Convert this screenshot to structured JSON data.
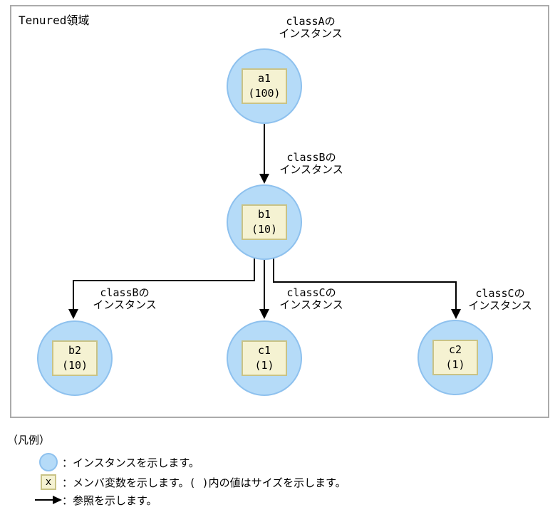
{
  "diagram": {
    "area_title": "Tenured領域",
    "nodes": [
      {
        "id": "a1",
        "name": "a1",
        "size": "(100)",
        "class_line1": "classAの",
        "class_line2": "インスタンス"
      },
      {
        "id": "b1",
        "name": "b1",
        "size": "(10)",
        "class_line1": "classBの",
        "class_line2": "インスタンス"
      },
      {
        "id": "b2",
        "name": "b2",
        "size": "(10)",
        "class_line1": "classBの",
        "class_line2": "インスタンス"
      },
      {
        "id": "c1",
        "name": "c1",
        "size": "(1)",
        "class_line1": "classCの",
        "class_line2": "インスタンス"
      },
      {
        "id": "c2",
        "name": "c2",
        "size": "(1)",
        "class_line1": "classCの",
        "class_line2": "インスタンス"
      }
    ],
    "edges": [
      {
        "from": "a1",
        "to": "b1"
      },
      {
        "from": "b1",
        "to": "b2"
      },
      {
        "from": "b1",
        "to": "c1"
      },
      {
        "from": "b1",
        "to": "c2"
      }
    ]
  },
  "legend": {
    "title": "（凡例）",
    "items": [
      {
        "icon": "instance-circle-icon",
        "text": "：インスタンスを示します。"
      },
      {
        "icon": "member-box-icon",
        "symbol": "x",
        "text": "：メンバ変数を示します。( )内の値はサイズを示します。"
      },
      {
        "icon": "reference-arrow-icon",
        "text": "：参照を示します。"
      }
    ]
  },
  "colors": {
    "instance_fill": "#b5dbf8",
    "instance_border": "#8ec1ee",
    "member_fill": "#f5f2d2",
    "member_border": "#c9c386",
    "frame_border": "#ababab",
    "line": "#000000"
  }
}
